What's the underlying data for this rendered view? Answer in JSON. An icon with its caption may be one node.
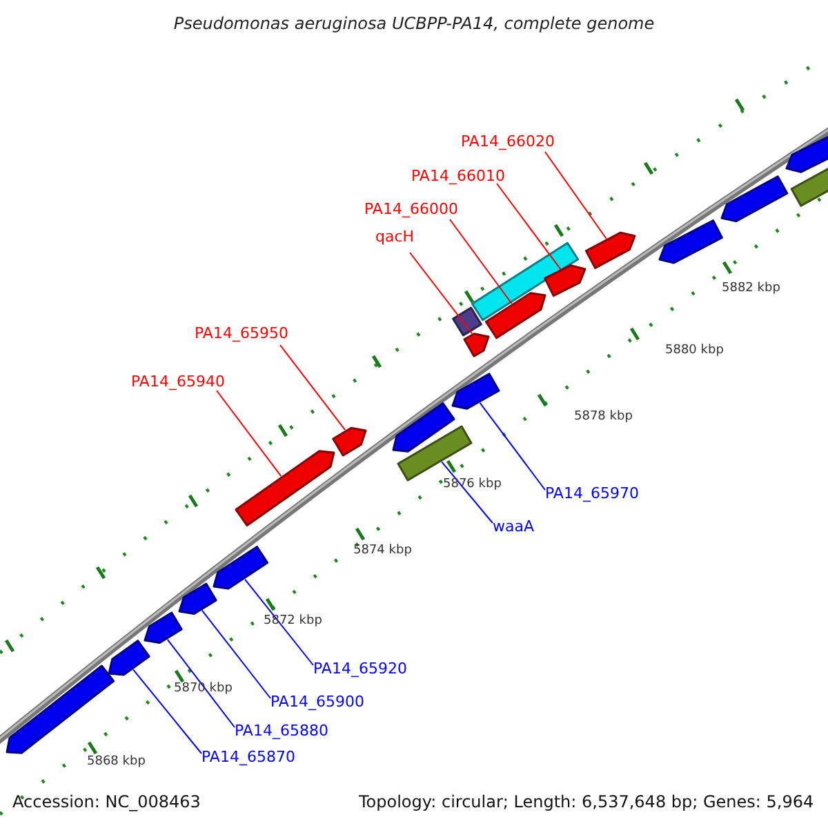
{
  "diagram": {
    "title": "Pseudomonas aeruginosa UCBPP-PA14, complete genome",
    "nodes": [
      {
        "text": [
          "PA14_66020"
        ]
      },
      {
        "text": [
          "PA14_66010"
        ]
      },
      {
        "text": [
          "PA14_66000"
        ]
      },
      {
        "text": [
          "qacH"
        ]
      },
      {
        "text": [
          "PA14_65950"
        ]
      },
      {
        "text": [
          "PA14_65940"
        ]
      },
      {
        "text": [
          "PA14_65970"
        ]
      },
      {
        "text": [
          "waaA"
        ]
      },
      {
        "text": [
          "PA14_65920"
        ]
      },
      {
        "text": [
          "PA14_65900"
        ]
      },
      {
        "text": [
          "PA14_65880"
        ]
      },
      {
        "text": [
          "PA14_65870"
        ]
      },
      {
        "text": [],
        "shape": "bar"
      },
      {
        "text": [],
        "shape": "bar"
      },
      {
        "text": [],
        "shape": "bar"
      },
      {
        "text": [],
        "shape": "bar"
      },
      {
        "text": [],
        "shape": "bar"
      },
      {
        "text": [],
        "shape": "bar"
      },
      {
        "text": [],
        "shape": "bar"
      },
      {
        "text": [],
        "shape": "bar"
      },
      {
        "text": [],
        "shape": "bar"
      },
      {
        "text": [],
        "shape": "bar"
      },
      {
        "text": [],
        "shape": "bar"
      },
      {
        "text": [],
        "shape": "bar"
      },
      {
        "text": [],
        "shape": "bar"
      },
      {
        "text": [],
        "shape": "bar"
      },
      {
        "text": [],
        "shape": "bar"
      },
      {
        "text": [],
        "shape": "bar"
      },
      {
        "text": [],
        "shape": "bar"
      },
      {
        "text": [],
        "shape": "bar"
      },
      {
        "text": [],
        "shape": "bar"
      },
      {
        "text": [],
        "shape": "bar"
      }
    ],
    "edges": [
      {
        "from": 0,
        "to": 27,
        "arrow": "none",
        "color": "#ff0000"
      },
      {
        "from": 1,
        "to": 26,
        "arrow": "none",
        "color": "#ff0000"
      },
      {
        "from": 2,
        "to": 25,
        "arrow": "none",
        "color": "#ff0000"
      },
      {
        "from": 3,
        "to": 23,
        "arrow": "none",
        "color": "#ff0000"
      },
      {
        "from": 4,
        "to": 18,
        "arrow": "none",
        "color": "#ff0000"
      },
      {
        "from": 5,
        "to": 17,
        "arrow": "none",
        "color": "#ff0000"
      },
      {
        "from": 6,
        "to": 21,
        "arrow": "none",
        "color": "#0000ff"
      },
      {
        "from": 7,
        "to": 20,
        "arrow": "none",
        "color": "#0000ff"
      },
      {
        "from": 8,
        "to": 16,
        "arrow": "none",
        "color": "#0000ff"
      },
      {
        "from": 9,
        "to": 15,
        "arrow": "none",
        "color": "#0000ff"
      },
      {
        "from": 10,
        "to": 14,
        "arrow": "none",
        "color": "#0000ff"
      },
      {
        "from": 11,
        "to": 13,
        "arrow": "none",
        "color": "#0000ff"
      }
    ],
    "labels": [
      "5882 kbp",
      "5880 kbp",
      "5878 kbp",
      "5876 kbp",
      "5874 kbp",
      "5872 kbp",
      "5870 kbp",
      "5868 kbp",
      "Accession: NC_008463",
      "Topology: circular; Length: 6,537,648 bp; Genes: 5,964"
    ]
  }
}
